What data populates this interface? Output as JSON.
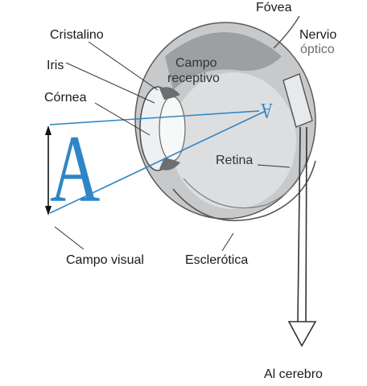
{
  "labels": {
    "fovea": "Fóvea",
    "cristalino": "Cristalino",
    "nervio": "Nervio",
    "optico": "óptico",
    "iris": "Iris",
    "campo_receptivo_1": "Campo",
    "campo_receptivo_2": "receptivo",
    "cornea": "Córnea",
    "retina": "Retina",
    "campo_visual": "Campo visual",
    "esclerotica": "Esclerótica",
    "al_cerebro": "Al cerebro"
  },
  "image_letters": {
    "object": "A",
    "inverted_image": "A"
  },
  "colors": {
    "ray_blue": "#2f86c6",
    "eye_gray": "#b9bcbf",
    "eye_dark": "#8a8d90",
    "outline": "#3a3a3a"
  }
}
